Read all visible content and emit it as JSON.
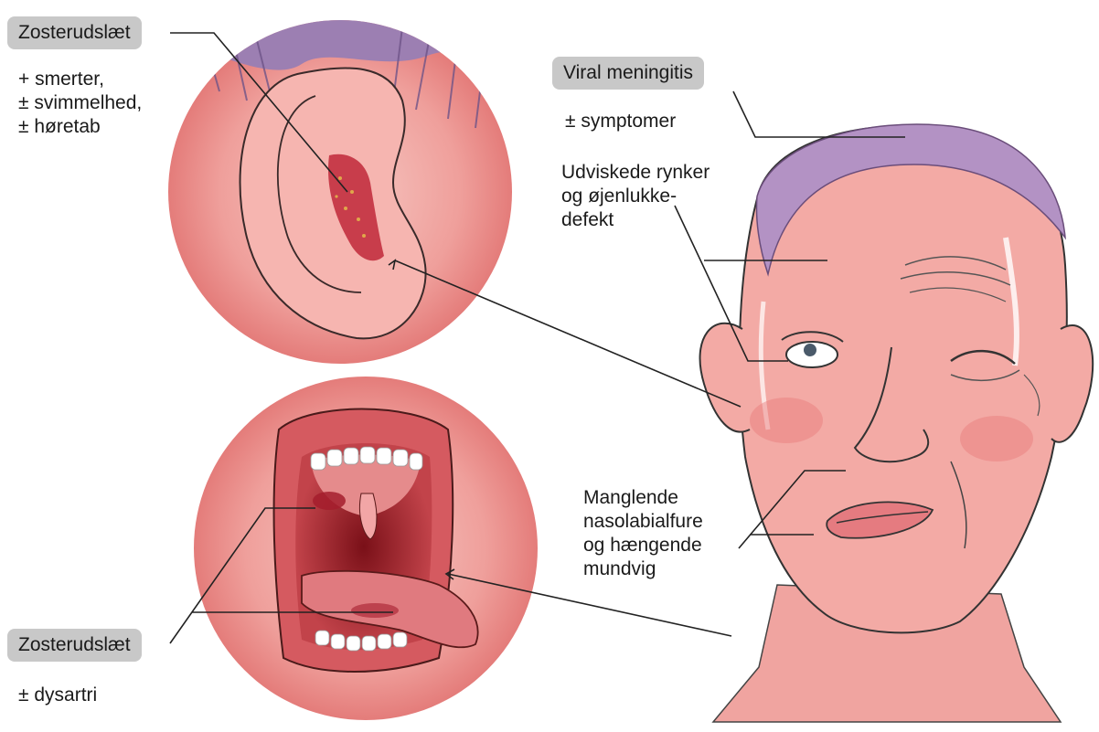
{
  "ear_callout": {
    "title": "Zosterudslæt",
    "lines": [
      "+ smerter,",
      "± svimmelhed,",
      "± høretab"
    ]
  },
  "mouth_callout": {
    "title": "Zosterudslæt",
    "lines": [
      "± dysartri"
    ]
  },
  "meningitis_callout": {
    "title": "Viral meningitis",
    "lines": [
      "± symptomer"
    ]
  },
  "eye_callout": {
    "lines": [
      "Udviskede rynker",
      "og øjenlukke-",
      "defekt"
    ]
  },
  "mouth_corner_callout": {
    "lines": [
      "Manglende",
      "nasolabialfure",
      "og hængende",
      "mundvig"
    ]
  },
  "colors": {
    "skin": "#f2a3a0",
    "hair": "#a888b8",
    "lesion": "#c0283a",
    "label_box": "#c8c8c8"
  }
}
